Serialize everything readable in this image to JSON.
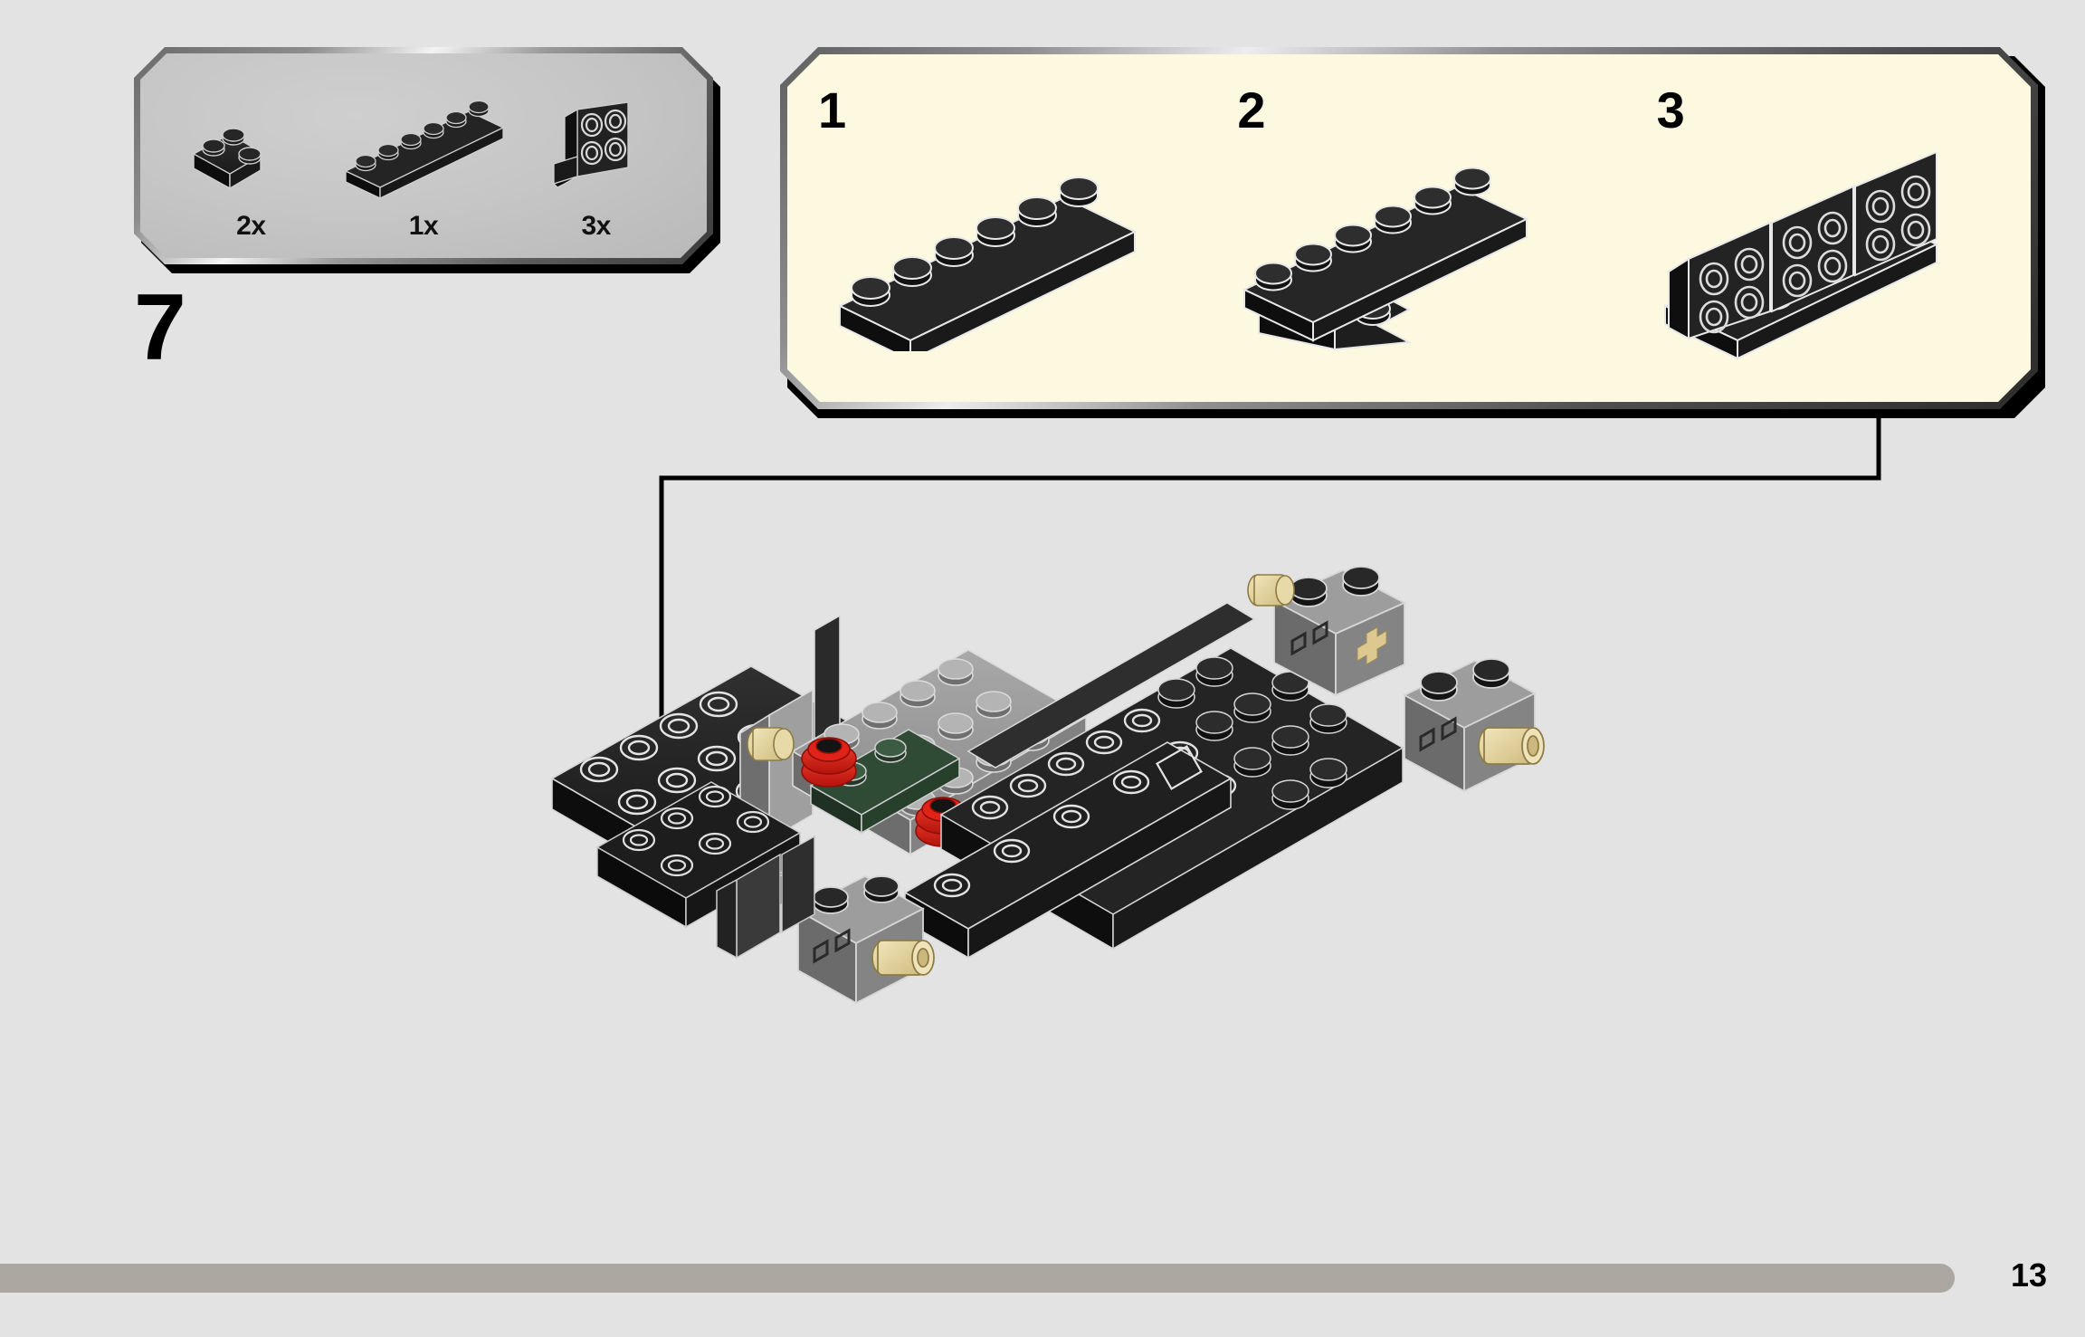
{
  "page": {
    "background_color": "#e3e3e3",
    "page_number": "13",
    "progress_bar_color": "#ada7a1"
  },
  "step": {
    "number": "7"
  },
  "parts_box": {
    "background_color": "#c6c6c6",
    "parts": [
      {
        "quantity": "2x",
        "icon": "lego-corner-plate-icon",
        "description": "black 2x2 corner plate",
        "color": "#1c1c1c"
      },
      {
        "quantity": "1x",
        "icon": "lego-1x6-plate-icon",
        "description": "black 1x6 plate",
        "color": "#1c1c1c"
      },
      {
        "quantity": "3x",
        "icon": "lego-bracket-icon",
        "description": "black 1x2 / 2x2 bracket",
        "color": "#1c1c1c"
      }
    ]
  },
  "substeps_panel": {
    "background_color": "#fdf9e0",
    "substeps": [
      {
        "label": "1",
        "icon": "lego-1x6-plate-icon",
        "description": "black 1x6 plate"
      },
      {
        "label": "2",
        "icon": "lego-plate-with-corner-icon",
        "description": "1x6 plate with corner plate attached"
      },
      {
        "label": "3",
        "icon": "lego-brackets-assembly-icon",
        "description": "1x6 plate with three brackets attached"
      }
    ]
  },
  "callout": {
    "arrow_icon": "down-arrow-icon",
    "line_color": "#000000"
  },
  "main_assembly": {
    "description": "black and gray LEGO car chassis base with red studs, dark green plate and tan axle pins",
    "colors": {
      "black": "#1f1f1f",
      "dark_gray": "#4e4e4e",
      "light_gray": "#9a9a9a",
      "red": "#d81e15",
      "dark_green": "#2c4a32",
      "tan": "#e3d39b"
    }
  }
}
